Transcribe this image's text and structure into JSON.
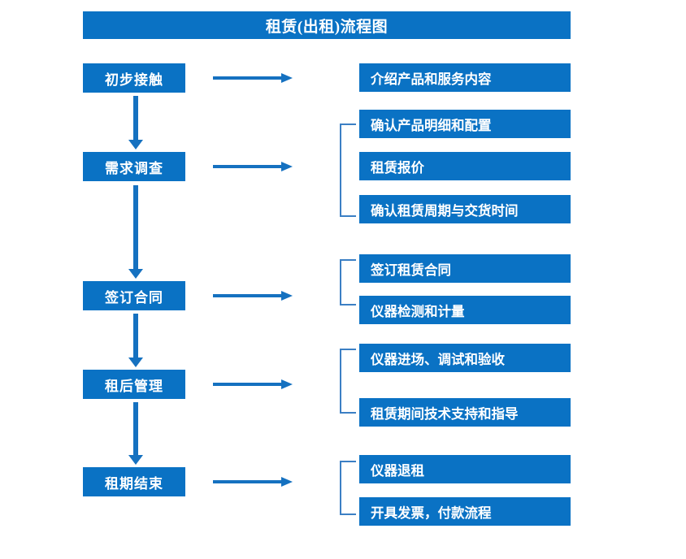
{
  "title": "租赁(出租)流程图",
  "colors": {
    "primary_blue": "#0a72c4",
    "arrow_blue": "#1571c0",
    "bracket_blue": "#3b7fc4",
    "box_text": "#ffffff",
    "background": "#ffffff"
  },
  "flow": {
    "stages": [
      {
        "label": "初步接触"
      },
      {
        "label": "需求调查"
      },
      {
        "label": "签订合同"
      },
      {
        "label": "租后管理"
      },
      {
        "label": "租期结束"
      }
    ],
    "details": [
      {
        "label": "介绍产品和服务内容",
        "group": 1
      },
      {
        "label": "确认产品明细和配置",
        "group": 2
      },
      {
        "label": "租赁报价",
        "group": 2
      },
      {
        "label": "确认租赁周期与交货时间",
        "group": 2
      },
      {
        "label": "签订租赁合同",
        "group": 3
      },
      {
        "label": "仪器检测和计量",
        "group": 3
      },
      {
        "label": "仪器进场、调试和验收",
        "group": 4
      },
      {
        "label": "租赁期间技术支持和指导",
        "group": 4
      },
      {
        "label": "仪器退租",
        "group": 5
      },
      {
        "label": "开具发票，付款流程",
        "group": 5
      }
    ]
  }
}
